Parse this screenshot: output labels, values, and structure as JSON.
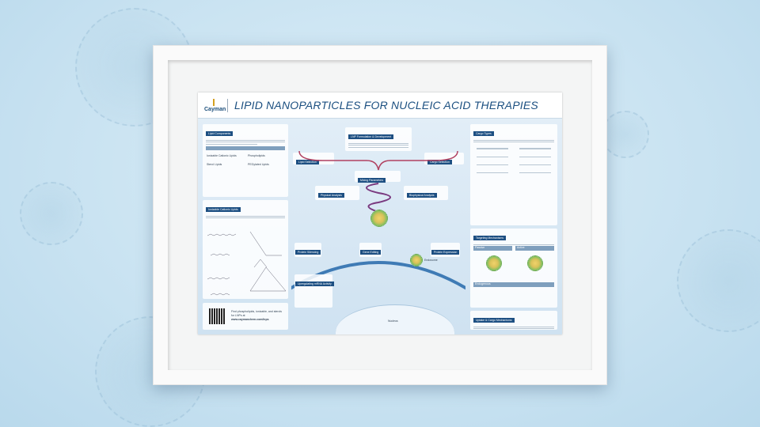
{
  "poster": {
    "brand": "Cayman",
    "title": "LIPID NANOPARTICLES FOR NUCLEIC ACID THERAPIES",
    "left_sections": [
      "Lipid Components",
      "Ionizable Cationic Lipids"
    ],
    "lipid_types": [
      "Ionizable Cationic Lipids",
      "Phospholipids",
      "Sterol Lipids",
      "PEGylated Lipids"
    ],
    "center_sections": [
      "LNP Formulation & Development",
      "Lipid Selection",
      "Cargo Selection",
      "Mixing Parameters",
      "Physical Analysis",
      "Biophysical Analysis",
      "Protein Silencing",
      "Gene Editing",
      "Protein Expression",
      "Upregulating mRNA Activity"
    ],
    "right_sections": [
      "Cargo Types",
      "Targeting Mechanisms",
      "Passive",
      "Active",
      "Endogenous",
      "Uptake & Cargo Mechanisms"
    ],
    "labels": [
      "Nucleus",
      "Endosome"
    ],
    "footer_text": "Find phospholipids, ionizable, and sterols for LNPs at",
    "footer_link": "www.caymanchem.com/lnps",
    "accent": "#1d4f82"
  }
}
